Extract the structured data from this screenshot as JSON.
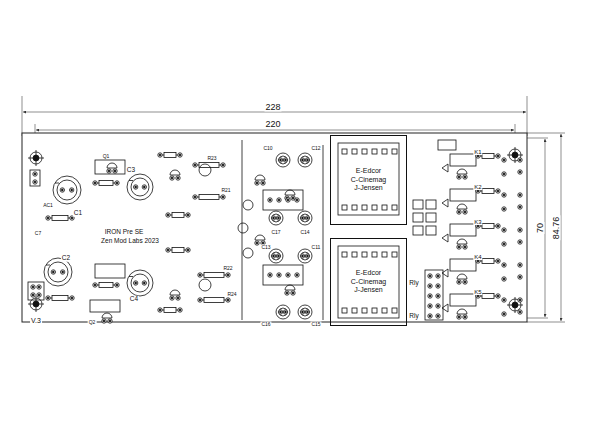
{
  "diagram": {
    "nodes": [
      {
        "text": [
          "E-Edcor",
          "C-Cinemag",
          "J-Jensen"
        ]
      },
      {
        "text": [
          "E-Edcor",
          "C-Cinemag",
          "J-Jensen"
        ]
      }
    ],
    "labels": [
      "228",
      "220",
      "70",
      "84.76",
      "IRON Pre SE",
      "Zen Mod Labs 2023",
      "V.3",
      "C1",
      "C2",
      "C3",
      "C4",
      "C7",
      "AC1",
      "Q1",
      "Q2",
      "R23",
      "R21",
      "R22",
      "R24",
      "C10",
      "C12",
      "C17",
      "C14",
      "C13",
      "C11",
      "C16",
      "C15",
      "K1",
      "K2",
      "K3",
      "K4",
      "K5",
      "Rly",
      "Rly"
    ]
  }
}
